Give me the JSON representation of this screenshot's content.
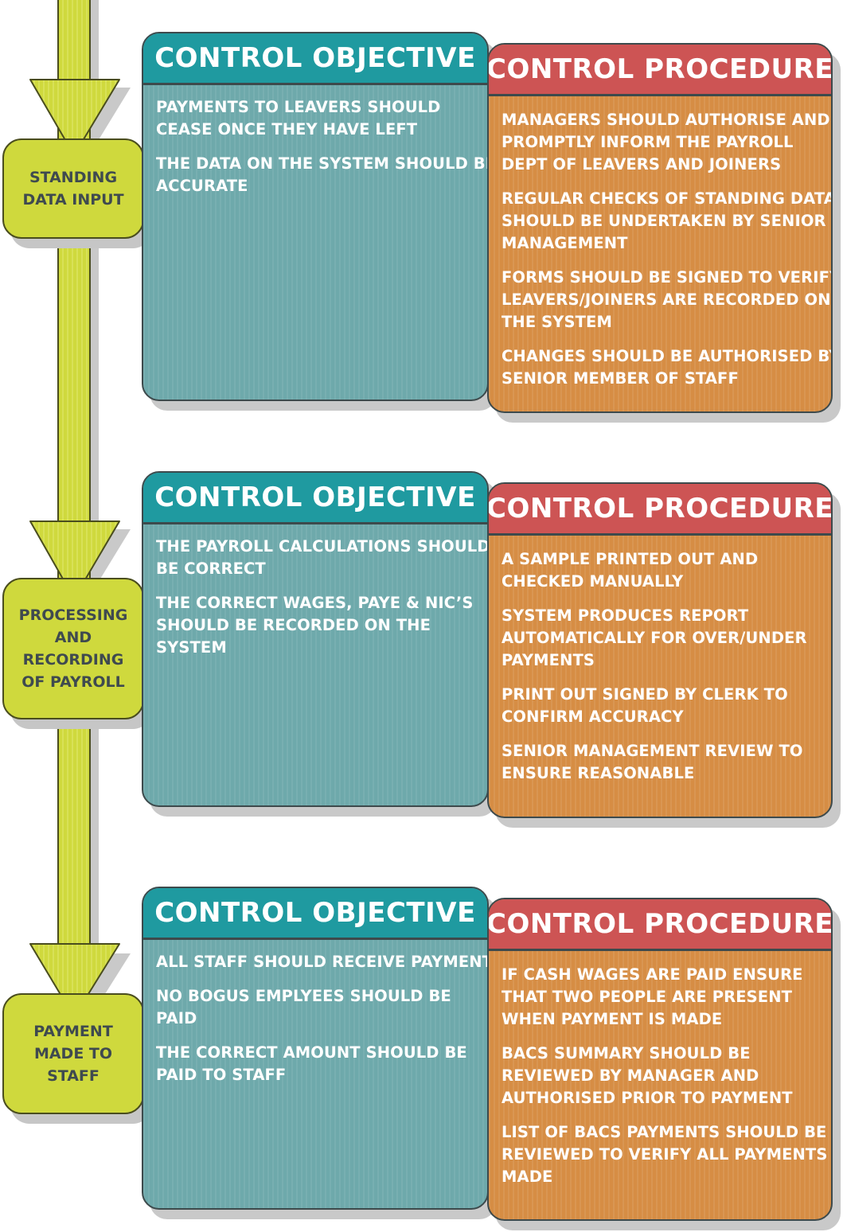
{
  "colors": {
    "arrow_fill": "#cfd93d",
    "arrow_stroke": "#4a4d1e",
    "objective_header": "#1f9aa0",
    "objective_body": "#6ea9ab",
    "procedure_header": "#cd5454",
    "procedure_body": "#d68d44",
    "stage_text": "#3f4a4f",
    "panel_text": "#ffffff"
  },
  "sections": [
    {
      "stage_lines": [
        "STANDING",
        "DATA INPUT"
      ],
      "objective": {
        "heading": "CONTROL OBJECTIVE",
        "items": [
          [
            "PAYMENTS TO LEAVERS SHOULD",
            "CEASE ONCE THEY HAVE LEFT"
          ],
          [
            "THE DATA ON THE SYSTEM SHOULD BE",
            "ACCURATE"
          ]
        ]
      },
      "procedure": {
        "heading": "CONTROL PROCEDURE",
        "items": [
          [
            "MANAGERS SHOULD AUTHORISE AND",
            "PROMPTLY INFORM THE PAYROLL",
            "DEPT OF LEAVERS AND JOINERS"
          ],
          [
            "REGULAR CHECKS OF STANDING DATA",
            "SHOULD BE UNDERTAKEN BY SENIOR",
            "MANAGEMENT"
          ],
          [
            "FORMS SHOULD BE SIGNED TO VERIFY",
            "LEAVERS/JOINERS ARE RECORDED ON",
            "THE SYSTEM"
          ],
          [
            "CHANGES SHOULD BE AUTHORISED BY",
            "SENIOR MEMBER OF STAFF"
          ]
        ]
      }
    },
    {
      "stage_lines": [
        "PROCESSING",
        "AND",
        "RECORDING",
        "OF PAYROLL"
      ],
      "objective": {
        "heading": "CONTROL OBJECTIVE",
        "items": [
          [
            "THE PAYROLL CALCULATIONS SHOULD",
            "BE CORRECT"
          ],
          [
            "THE CORRECT WAGES, PAYE & NIC’S",
            "SHOULD BE RECORDED ON THE",
            "SYSTEM"
          ]
        ]
      },
      "procedure": {
        "heading": "CONTROL PROCEDURE",
        "items": [
          [
            "A SAMPLE PRINTED OUT AND",
            "CHECKED MANUALLY"
          ],
          [
            "SYSTEM PRODUCES REPORT",
            "AUTOMATICALLY FOR OVER/UNDER",
            "PAYMENTS"
          ],
          [
            "PRINT OUT SIGNED BY CLERK TO",
            "CONFIRM ACCURACY"
          ],
          [
            "SENIOR MANAGEMENT REVIEW TO",
            "ENSURE REASONABLE"
          ]
        ]
      }
    },
    {
      "stage_lines": [
        "PAYMENT",
        "MADE TO",
        "STAFF"
      ],
      "objective": {
        "heading": "CONTROL OBJECTIVE",
        "items": [
          [
            "ALL STAFF SHOULD RECEIVE PAYMENT"
          ],
          [
            "NO BOGUS EMPLYEES SHOULD BE",
            "PAID"
          ],
          [
            "THE CORRECT AMOUNT SHOULD BE",
            "PAID TO STAFF"
          ]
        ]
      },
      "procedure": {
        "heading": "CONTROL PROCEDURE",
        "items": [
          [
            "IF CASH WAGES ARE PAID ENSURE",
            "THAT TWO PEOPLE ARE PRESENT",
            "WHEN PAYMENT IS MADE"
          ],
          [
            "BACS SUMMARY SHOULD BE",
            "REVIEWED BY MANAGER AND",
            "AUTHORISED PRIOR TO PAYMENT"
          ],
          [
            "LIST OF BACS PAYMENTS SHOULD BE",
            "REVIEWED TO VERIFY ALL PAYMENTS",
            "MADE"
          ]
        ]
      }
    }
  ]
}
